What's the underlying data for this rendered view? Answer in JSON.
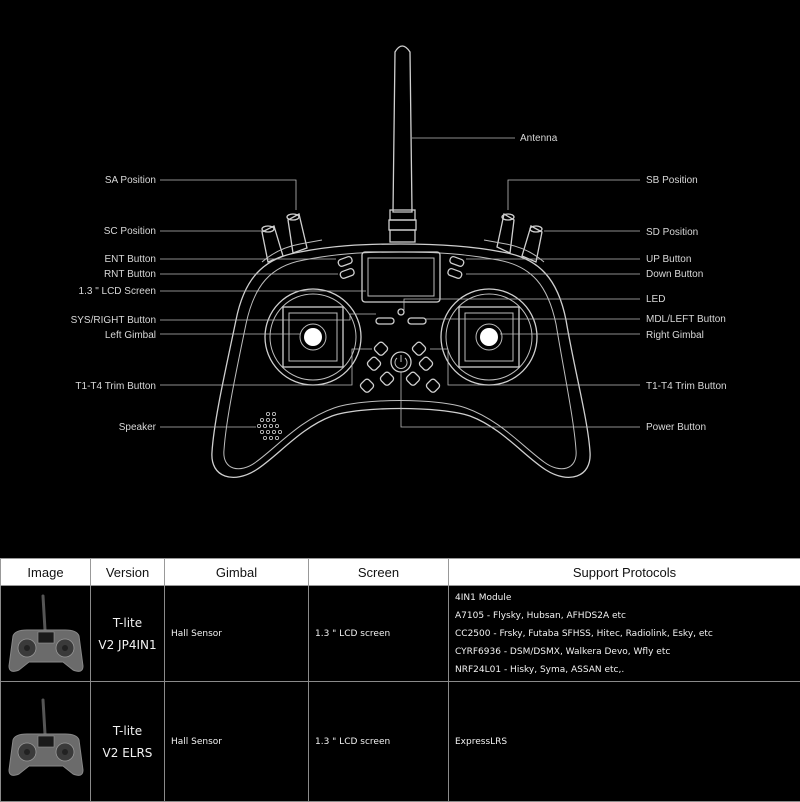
{
  "labels": {
    "antenna": "Antenna",
    "sa_position": "SA  Position",
    "sb_position": "SB  Position",
    "sc_position": "SC  Position",
    "sd_position": "SD  Position",
    "ent_button": "ENT  Button",
    "up_button": "UP  Button",
    "rnt_button": "RNT  Button",
    "down_button": "Down  Button",
    "lcd_screen": "1.3 \" LCD Screen",
    "led": "LED",
    "sys_right_button": "SYS/RIGHT Button",
    "mdl_left_button": "MDL/LEFT Button",
    "left_gimbal": "Left Gimbal",
    "right_gimbal": "Right Gimbal",
    "trim_left": "T1-T4 Trim Button",
    "trim_right": "T1-T4 Trim Button",
    "speaker": "Speaker",
    "power_button": "Power Button"
  },
  "table": {
    "headers": [
      "Image",
      "Version",
      "Gimbal",
      "Screen",
      "Support Protocols"
    ],
    "rows": [
      {
        "version_line1": "T-lite",
        "version_line2": "V2 JP4IN1",
        "gimbal": "Hall Sensor",
        "screen": "1.3 \" LCD screen",
        "protocols": [
          "4IN1 Module",
          "A7105 - Flysky, Hubsan, AFHDS2A etc",
          "CC2500 - Frsky, Futaba SFHSS, Hitec, Radiolink, Esky,  etc",
          "CYRF6936 - DSM/DSMX, Walkera Devo, Wfly etc",
          "NRF24L01 - Hisky, Syma, ASSAN etc,."
        ]
      },
      {
        "version_line1": "T-lite",
        "version_line2": "V2 ELRS",
        "gimbal": "Hall Sensor",
        "screen": "1.3 \" LCD screen",
        "protocols": [
          "ExpressLRS"
        ]
      }
    ]
  }
}
